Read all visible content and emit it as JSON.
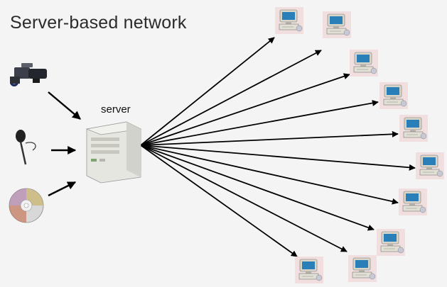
{
  "diagram": {
    "title": "Server-based network",
    "server_label": "server",
    "sources": [
      {
        "name": "video-camera-icon"
      },
      {
        "name": "microphone-icon"
      },
      {
        "name": "cd-disc-icon"
      }
    ],
    "server": {
      "name": "server-tower-icon"
    },
    "clients": {
      "count": 10,
      "name": "desktop-computer-icon"
    },
    "colors": {
      "background": "#f4f4f4",
      "arrow": "#000000",
      "client_tile": "#f1dfe0",
      "monitor_screen": "#2a7fb8",
      "server_body": "#e6e6e1"
    }
  }
}
